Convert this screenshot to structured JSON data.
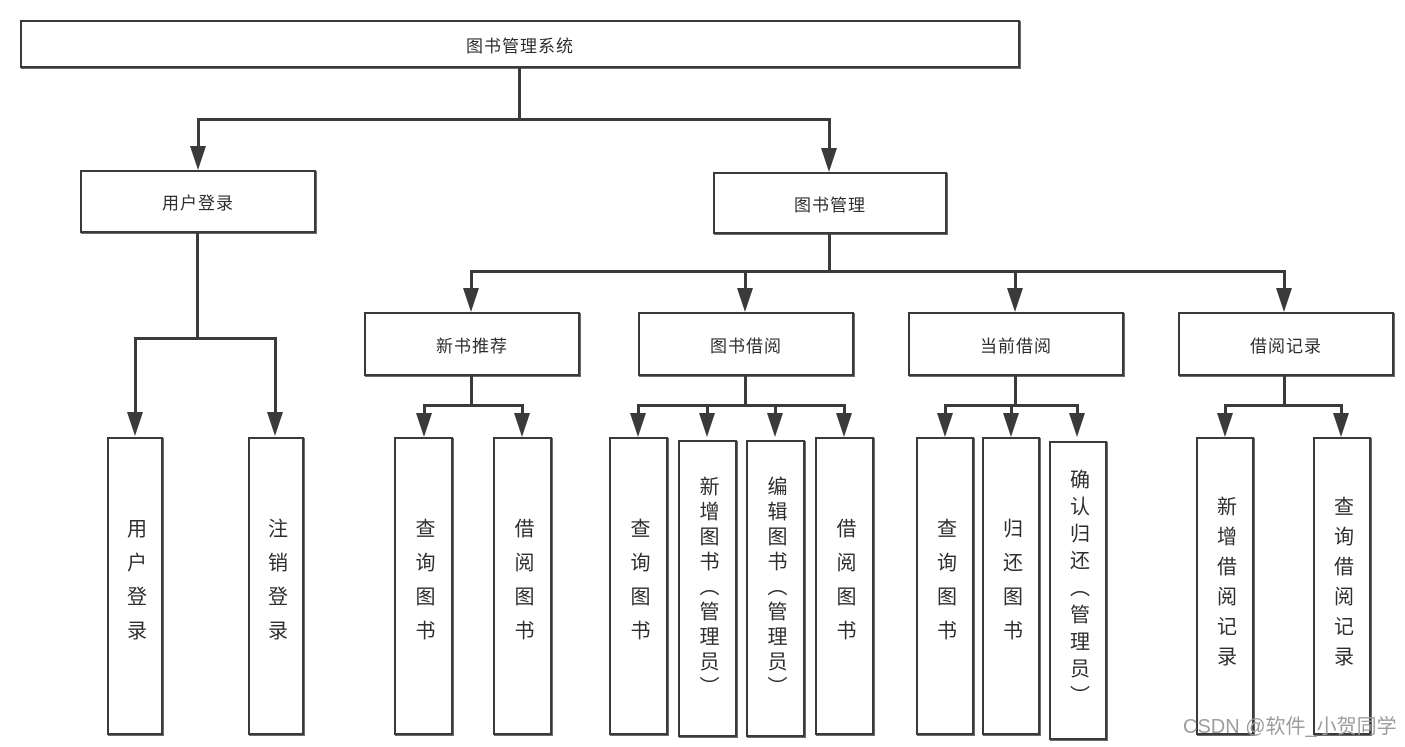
{
  "diagram": {
    "type": "hierarchy-tree",
    "line_color": "#3a3a3a",
    "box_background": "#ffffff",
    "text_color": "#2e2e2e",
    "root": {
      "label": "图书管理系统"
    },
    "branches": [
      {
        "label": "用户登录",
        "children": [
          {
            "label": "用户登录"
          },
          {
            "label": "注销登录"
          }
        ]
      },
      {
        "label": "图书管理",
        "children": [
          {
            "label": "新书推荐",
            "children": [
              {
                "label": "查询图书"
              },
              {
                "label": "借阅图书"
              }
            ]
          },
          {
            "label": "图书借阅",
            "children": [
              {
                "label": "查询图书"
              },
              {
                "label": "新增图书（管理员）"
              },
              {
                "label": "编辑图书（管理员）"
              },
              {
                "label": "借阅图书"
              }
            ]
          },
          {
            "label": "当前借阅",
            "children": [
              {
                "label": "查询图书"
              },
              {
                "label": "归还图书"
              },
              {
                "label": "确认归还（管理员）"
              }
            ]
          },
          {
            "label": "借阅记录",
            "children": [
              {
                "label": "新增借阅记录"
              },
              {
                "label": "查询借阅记录"
              }
            ]
          }
        ]
      }
    ]
  },
  "watermark": {
    "text": "CSDN @软件_小贺同学",
    "color": "#9d9d9d"
  }
}
